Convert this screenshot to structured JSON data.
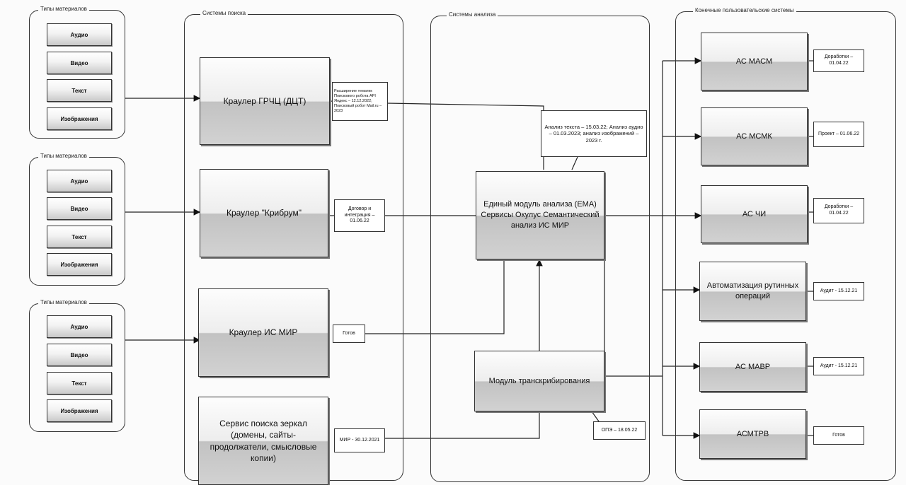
{
  "groups": {
    "materials_title": "Типы материалов",
    "search_title": "Системы поиска",
    "analysis_title": "Системы анализа",
    "enduser_title": "Конечные пользовательские системы"
  },
  "materials": [
    "Аудио",
    "Видео",
    "Текст",
    "Изображения"
  ],
  "search": {
    "grchc": "Краулер ГРЧЦ (ДЦТ)",
    "kribrum": "Краулер \"Крибрум\"",
    "ismir": "Краулер ИС МИР",
    "mirror": "Сервис поиска зеркал (домены, сайты-продолжатели, смысловые копии)"
  },
  "notes": {
    "grchc": "Расширение тематик Поискового робота API Яндекс – 12.12.2022; Поисковый робот Mail.ru – 2023",
    "kribrum": "Договор и интеграция – 01.06.22",
    "ismir": "Готов",
    "mirror": "МИР - 30.12.2021",
    "analysis": "Анализ текста – 15.03.22; Анализ аудио – 01.03.2023; анализ изображений – 2023 г.",
    "transcription": "ОПЭ – 18.05.22",
    "masm": "Доработки – 01.04.22",
    "msmk": "Проект – 01.06.22",
    "chi": "Доработки – 01.04.22",
    "routine": "Аудит - 15.12.21",
    "mavr": "Аудит - 15.12.21",
    "asmtrv": "Готов"
  },
  "analysis": {
    "ema": "Единый модуль анализа (ЕМА) Сервисы Окулус Семантический анализ ИС МИР",
    "transcription": "Модуль транскрибирования"
  },
  "endusers": {
    "masm": "АС МАСМ",
    "msmk": "АС МСМК",
    "chi": "АС ЧИ",
    "routine": "Автоматизация рутинных операций",
    "mavr": "АС МАВР",
    "asmtrv": "АСМТРВ"
  }
}
